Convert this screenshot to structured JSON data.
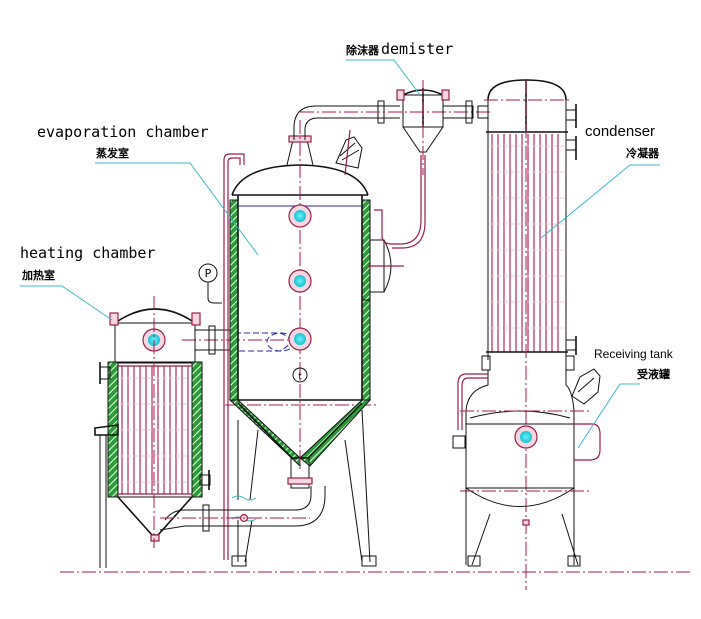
{
  "diagram": {
    "title": "Single-effect evaporator process schematic",
    "labels": {
      "demister": {
        "cn": "除沫器",
        "en": "demister"
      },
      "evaporation_chamber": {
        "en": "evaporation chamber",
        "cn": "蒸发室"
      },
      "heating_chamber": {
        "en": "heating chamber",
        "cn": "加热室"
      },
      "condenser": {
        "en": "condenser",
        "cn": "冷凝器"
      },
      "receiving_tank": {
        "en": "Receiving tank",
        "cn": "受液罐"
      }
    },
    "gauges": {
      "pressure_symbol": "P",
      "temperature_symbol": "t"
    },
    "colors": {
      "outline": "#111111",
      "centerline": "#a8184e",
      "insulation": "#2e9a3a",
      "sight_glass": "#19c9d6",
      "leader": "#3fb8c8"
    }
  }
}
